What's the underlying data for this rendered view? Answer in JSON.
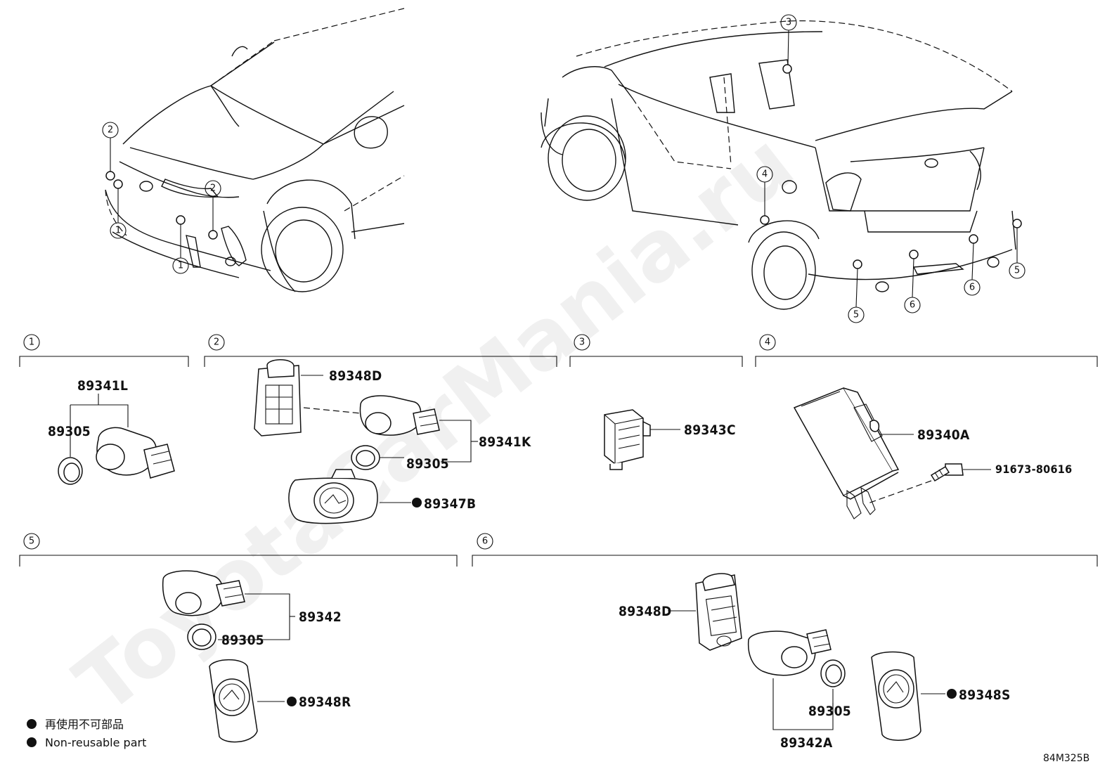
{
  "diagram": {
    "groups": [
      {
        "id": "1",
        "label": "1"
      },
      {
        "id": "2",
        "label": "2"
      },
      {
        "id": "3",
        "label": "3"
      },
      {
        "id": "4",
        "label": "4"
      },
      {
        "id": "5",
        "label": "5"
      },
      {
        "id": "6",
        "label": "6"
      }
    ],
    "callouts_front": [
      "2",
      "1",
      "1",
      "2"
    ],
    "callouts_rear": [
      "3",
      "4",
      "5",
      "6",
      "6",
      "5"
    ],
    "parts": {
      "g1": {
        "assembly": "89341L",
        "ring": "89305"
      },
      "g2": {
        "bracket": "89348D",
        "sensor": "89341K",
        "ring": "89305",
        "cover": "89347B"
      },
      "g3": {
        "sensor": "89343C"
      },
      "g4": {
        "ecu": "89340A",
        "bolt": "91673-80616"
      },
      "g5": {
        "sensor": "89342",
        "ring": "89305",
        "cover": "89348R"
      },
      "g6": {
        "bracket": "89348D",
        "ring": "89305",
        "assembly": "89342A",
        "cover": "89348S"
      }
    },
    "legend": {
      "line1": "再使用不可部品",
      "line2": "Non-reusable part"
    },
    "drawing_code": "84M325B",
    "watermark": "ToyotaCarMania.ru"
  }
}
